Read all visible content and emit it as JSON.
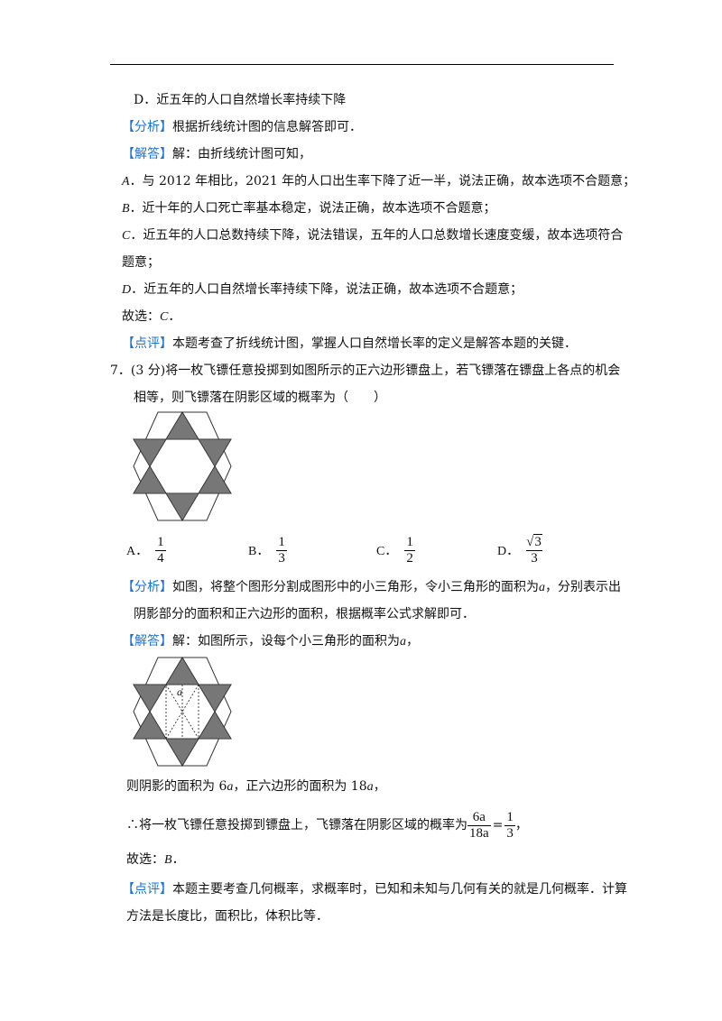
{
  "prev": {
    "option_d": "D．近五年的人口自然增长率持续下降",
    "analysis_tag": "【分析】",
    "analysis": "根据折线统计图的信息解答即可．",
    "answer_tag": "【解答】",
    "answer_intro": "解：由折线统计图可知，",
    "a_prefix": "A",
    "a_text": "．与 2012 年相比，2021 年的人口出生率下降了近一半，说法正确，故本选项不合题意；",
    "b_prefix": "B",
    "b_text": "．近十年的人口死亡率基本稳定，说法正确，故本选项不合题意；",
    "c_prefix": "C",
    "c_text1": "．近五年的人口总数持续下降，说法错误，五年的人口总数增长速度变缓，故本选项符合",
    "c_text2": "题意；",
    "d_prefix": "D",
    "d_text": "．近五年的人口自然增长率持续下降，说法正确，故本选项不合题意；",
    "choose_label": "故选：",
    "choose_value": "C",
    "choose_end": "．",
    "comment_tag": "【点评】",
    "comment": "本题考查了折线统计图，掌握人口自然增长率的定义是解答本题的关键．"
  },
  "q7": {
    "number_score": "7．(3 分)",
    "stem1": "将一枚飞镖任意投掷到如图所示的正六边形镖盘上，若飞镖落在镖盘上各点的机会",
    "stem2": "相等，则飞镖落在阴影区域的概率为（　　）",
    "options": [
      {
        "label": "A．",
        "num": "1",
        "den": "4"
      },
      {
        "label": "B．",
        "num": "1",
        "den": "3"
      },
      {
        "label": "C．",
        "num": "1",
        "den": "2"
      },
      {
        "label": "D．",
        "radicand": "3",
        "den": "3"
      }
    ],
    "analysis_tag": "【分析】",
    "analysis1": "如图，将整个图形分割成图形中的小三角形，令小三角形的面积为",
    "analysis_var": "a",
    "analysis1_end": "，分别表示出",
    "analysis2": "阴影部分的面积和正六边形的面积，根据概率公式求解即可．",
    "answer_tag": "【解答】",
    "answer1": "解：如图所示，设每个小三角形的面积为",
    "answer_var": "a",
    "answer1_end": "，",
    "figure_label": "a",
    "shadow1": "则阴影的面积为 6",
    "shadow_var1": "a",
    "shadow2": "，正六边形的面积为 18",
    "shadow_var2": "a",
    "shadow3": "，",
    "therefore": "∴将一枚飞镖任意投掷到镖盘上，飞镖落在阴影区域的概率为",
    "prob_num": "6a",
    "prob_den": "18a",
    "equals": "=",
    "res_num": "1",
    "res_den": "3",
    "prob_end": "，",
    "choose_label": "故选：",
    "choose_value": "B",
    "choose_end": "．",
    "comment_tag": "【点评】",
    "comment1": "本题主要考查几何概率，求概率时，已知和未知与几何有关的就是几何概率．计算",
    "comment2": "方法是长度比，面积比，体积比等．"
  }
}
